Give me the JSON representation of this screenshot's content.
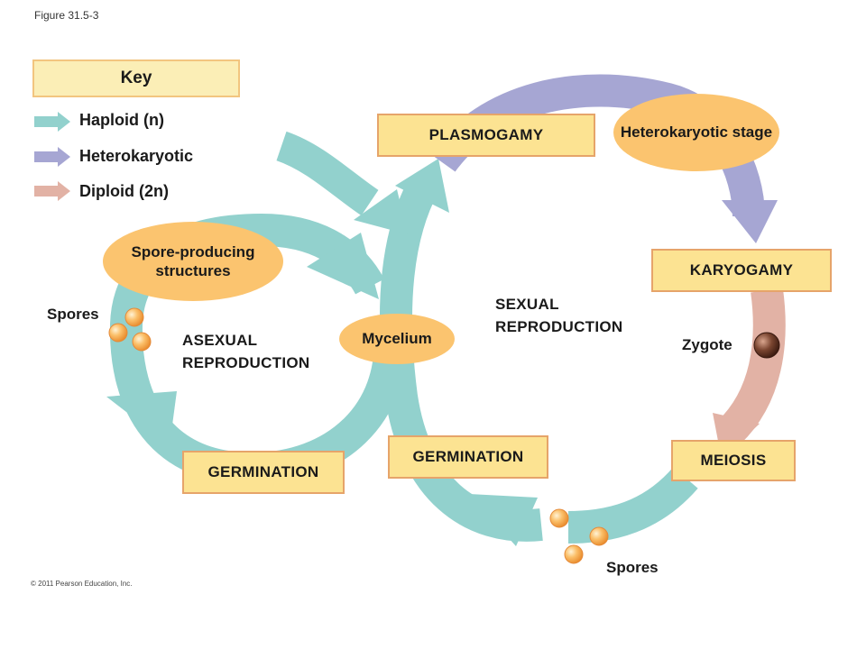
{
  "figure_label": "Figure 31.5-3",
  "copyright": "© 2011 Pearson Education, Inc.",
  "key": {
    "title": "Key",
    "items": [
      {
        "label": "Haploid (n)",
        "color": "#92d1cd"
      },
      {
        "label": "Heterokaryotic",
        "color": "#a6a6d3"
      },
      {
        "label": "Diploid (2n)",
        "color": "#e2b2a5"
      }
    ]
  },
  "stages": {
    "plasmogamy": "PLASMOGAMY",
    "heterokaryotic_stage": "Heterokaryotic stage",
    "karyogamy": "KARYOGAMY",
    "zygote": "Zygote",
    "meiosis": "MEIOSIS",
    "germination_sexual": "GERMINATION",
    "spores_sexual": "Spores",
    "sexual_reproduction": "SEXUAL REPRODUCTION",
    "mycelium": "Mycelium",
    "spore_producing_structures": "Spore-producing structures",
    "spores_asexual": "Spores",
    "asexual_reproduction": "ASEXUAL REPRODUCTION",
    "germination_asexual": "GERMINATION"
  },
  "colors": {
    "haploid": "#92d1cd",
    "heterokaryotic": "#a6a6d3",
    "diploid": "#e2b2a5",
    "label_box": "#fce392",
    "label_oval": "#fbc46f",
    "spore": "#f6a64c",
    "zygote": "#6b3b2a"
  }
}
